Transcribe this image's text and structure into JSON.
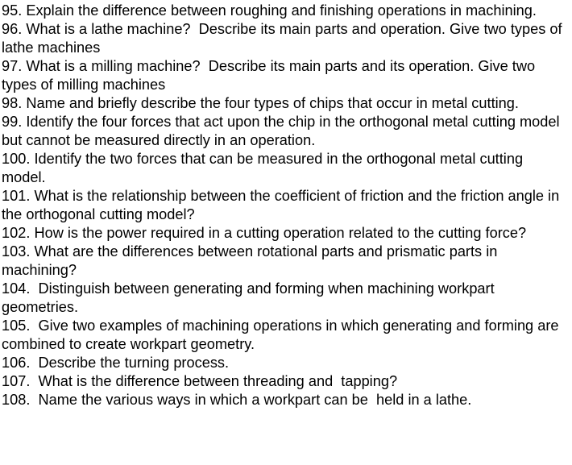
{
  "questions": [
    "95. Explain the difference between roughing and finishing operations in machining.",
    "96. What is a lathe machine?  Describe its main parts and operation. Give two types of lathe machines",
    "97. What is a milling machine?  Describe its main parts and its operation. Give two types of milling machines",
    "98. Name and briefly describe the four types of chips that occur in metal cutting.",
    "99. Identify the four forces that act upon the chip in the orthogonal metal cutting model but cannot be measured directly in an operation.",
    "100. Identify the two forces that can be measured in the orthogonal metal cutting model.",
    "101. What is the relationship between the coefficient of friction and the friction angle in the orthogonal cutting model?",
    "102. How is the power required in a cutting operation related to the cutting force?",
    "103. What are the differences between rotational parts and prismatic parts in machining?",
    "104.  Distinguish between generating and forming when machining workpart geometries.",
    "105.  Give two examples of machining operations in which generating and forming are combined to create workpart geometry.",
    "106.  Describe the turning process.",
    "107.  What is the difference between threading and  tapping?",
    "108.  Name the various ways in which a workpart can be  held in a lathe."
  ]
}
